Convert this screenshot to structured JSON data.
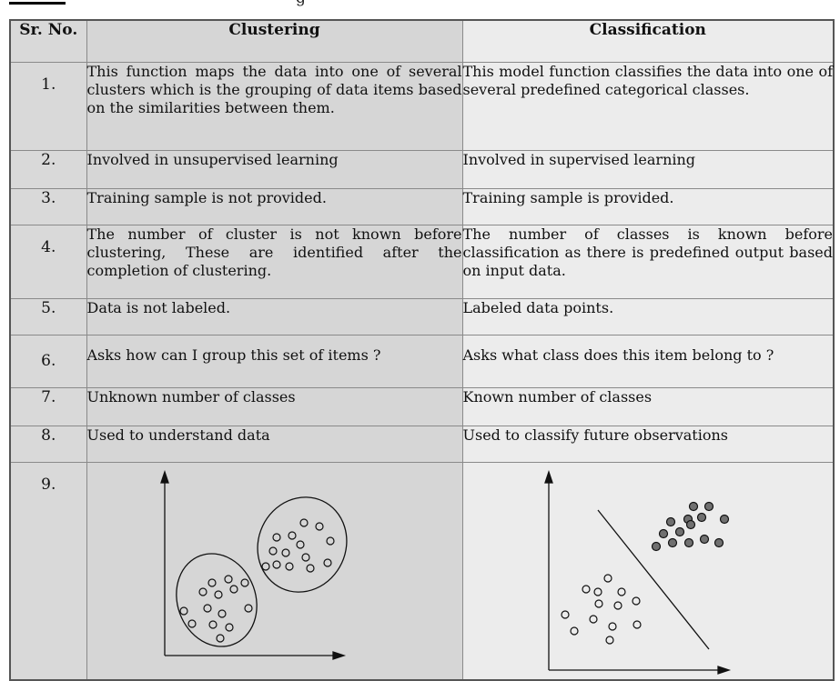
{
  "heading": {
    "title_fragment": "g"
  },
  "table": {
    "headers": [
      "Sr. No.",
      "Clustering",
      "Classification"
    ],
    "rows": [
      {
        "no": "1.",
        "clustering": "This function maps the data into one of several clusters which is the grouping of data items based on the similarities between them.",
        "classification": "This model function classifies the data into one of several predefined categorical classes."
      },
      {
        "no": "2.",
        "clustering": "Involved in unsupervised learning",
        "classification": "Involved in supervised learning"
      },
      {
        "no": "3.",
        "clustering": "Training sample is not provided.",
        "classification": "Training sample is provided."
      },
      {
        "no": "4.",
        "clustering": "The number of cluster is not known before clustering, These are identified after the completion of clustering.",
        "classification": "The number of classes is known before classification as there is predefined output based on input data."
      },
      {
        "no": "5.",
        "clustering": "Data is not labeled.",
        "classification": "Labeled data points."
      },
      {
        "no": "6.",
        "clustering": "Asks how can I group this set of items ?",
        "classification": "Asks what class does this item belong to ?"
      },
      {
        "no": "7.",
        "clustering": "Unknown number of classes",
        "classification": "Known number of classes"
      },
      {
        "no": "8.",
        "clustering": "Used to understand data",
        "classification": "Used to classify future observations"
      },
      {
        "no": "9.",
        "clustering": "",
        "classification": ""
      }
    ]
  },
  "colors": {
    "header_gray": "#d6d6d6",
    "light_gray": "#ececec",
    "border": "#8a8a8a",
    "filled_point": "#707070"
  }
}
